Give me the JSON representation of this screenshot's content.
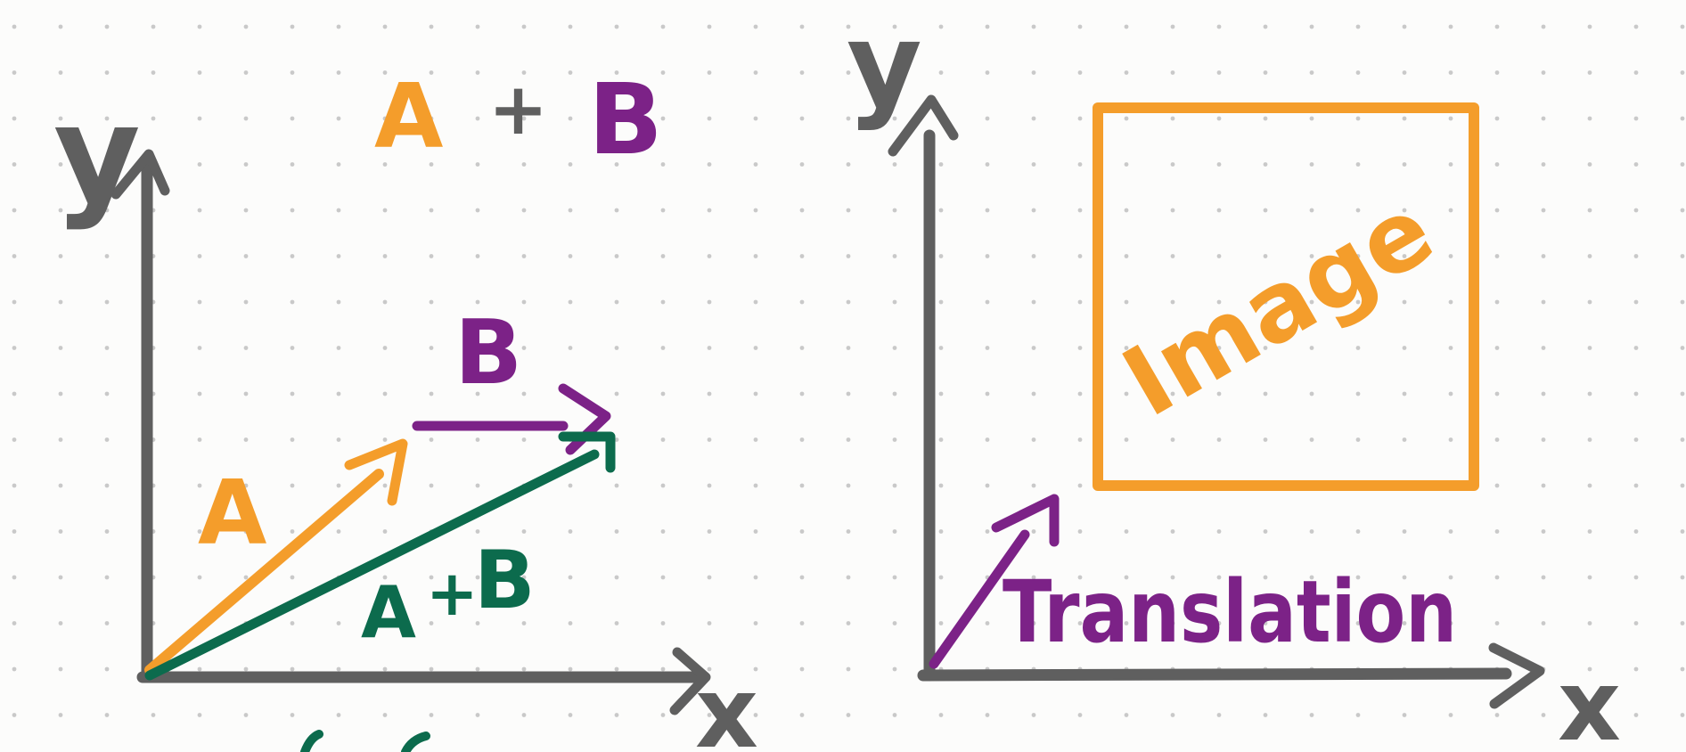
{
  "colors": {
    "background": "#fcfcfb",
    "grid_dot": "#c9c9c9",
    "axis": "#5f5f5f",
    "orange": "#f49d2b",
    "purple": "#7c2287",
    "green": "#0c6b4d"
  },
  "left_diagram": {
    "y_axis_label": "y",
    "x_axis_label": "x",
    "heading": {
      "a": "A",
      "plus": "+",
      "b": "B"
    },
    "vector_a_label": "A",
    "vector_b_label": "B",
    "sum_label": {
      "a": "A",
      "plus": "+",
      "b": "B"
    }
  },
  "right_diagram": {
    "y_axis_label": "y",
    "x_axis_label": "x",
    "image_label": "Image",
    "translation_label": "Translation"
  }
}
